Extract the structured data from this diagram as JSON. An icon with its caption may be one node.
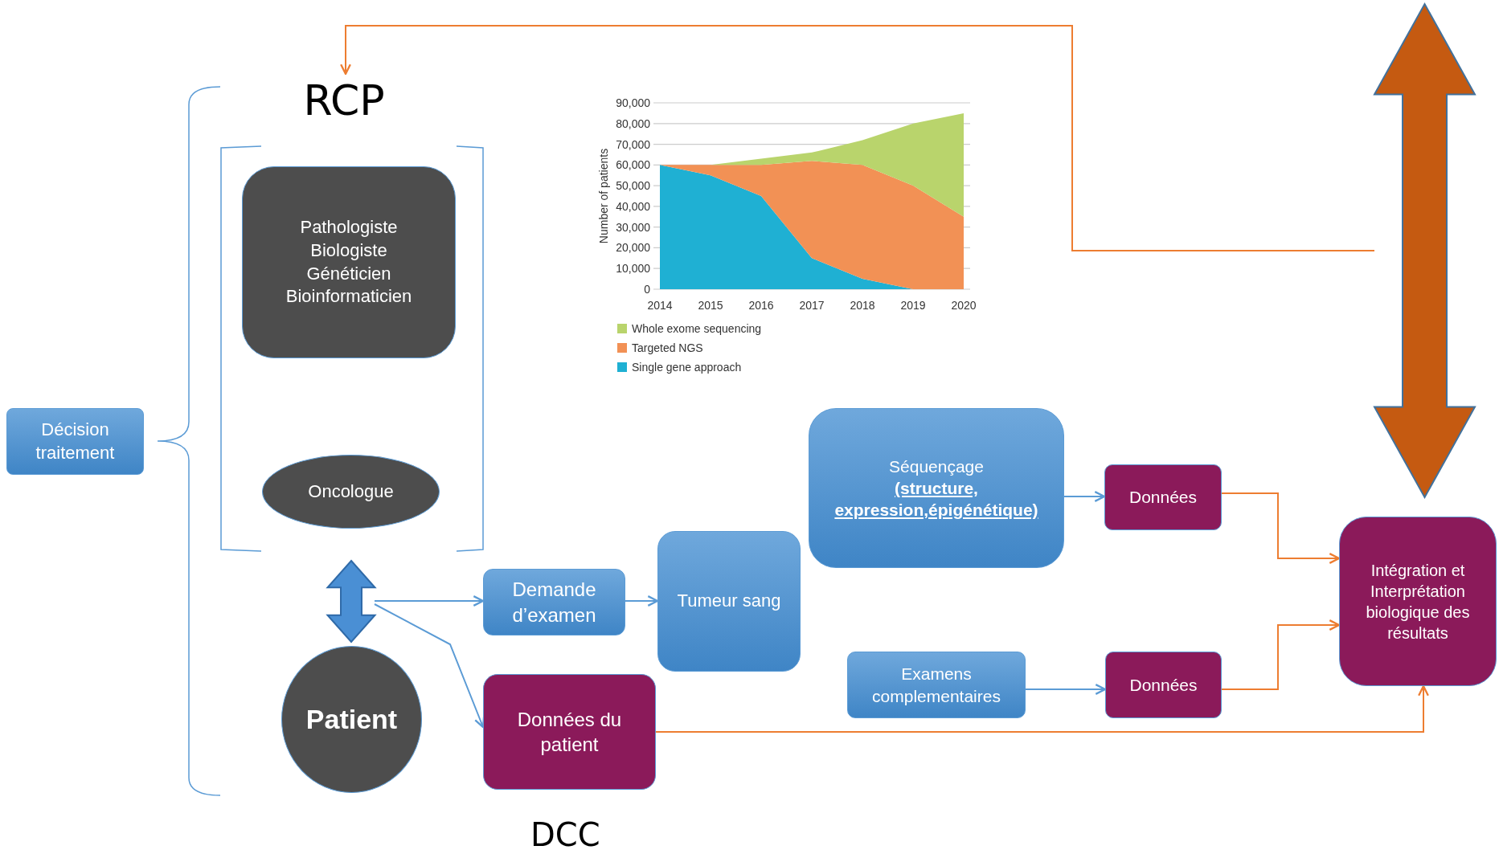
{
  "diagram": {
    "nodes": [
      {
        "text": [
          "RCP"
        ]
      },
      {
        "text": [
          "Pathologiste",
          "Biologiste",
          "Généticien",
          "Bioinformaticien"
        ]
      },
      {
        "text": [
          "Oncologue"
        ]
      },
      {
        "text": [
          "Décision traitement"
        ]
      },
      {
        "text": [
          "Patient"
        ]
      },
      {
        "text": [
          "Demande d’examen"
        ]
      },
      {
        "text": [
          "Données du patient"
        ]
      },
      {
        "text": [
          "Tumeur sang"
        ]
      },
      {
        "text": [
          "Séquençage",
          "(structure, expression,épigénétique)"
        ]
      },
      {
        "text": [
          "Examens complementaires"
        ]
      },
      {
        "text": [
          "Données"
        ]
      },
      {
        "text": [
          "Données"
        ]
      },
      {
        "text": [
          "Intégration et Interprétation biologique des résultats"
        ]
      },
      {
        "text": [],
        "shape": "arrow"
      }
    ],
    "edges": [
      {
        "from": null,
        "to": 5,
        "arrow": "to"
      },
      {
        "from": null,
        "to": 6,
        "arrow": "to"
      },
      {
        "from": 5,
        "to": 7,
        "arrow": "to"
      },
      {
        "from": 8,
        "to": 10,
        "arrow": "to"
      },
      {
        "from": 9,
        "to": 11,
        "arrow": "to"
      },
      {
        "from": 10,
        "to": 12,
        "arrow": "to",
        "color": "#ed7d31"
      },
      {
        "from": 11,
        "to": 12,
        "arrow": "to",
        "color": "#ed7d31"
      },
      {
        "from": 6,
        "to": 12,
        "arrow": "to",
        "color": "#ed7d31"
      },
      {
        "from": 13,
        "to": 0,
        "arrow": "to",
        "color": "#ed7d31"
      },
      {
        "from": 2,
        "to": 4,
        "arrow": "both",
        "style": "thick"
      }
    ],
    "labels": [
      "DCC"
    ],
    "chart_data": {
      "type": "area",
      "stacked": true,
      "ylabel": "Number of patients",
      "grid": true,
      "legend": "bottom",
      "categories": [
        "2014",
        "2015",
        "2016",
        "2017",
        "2018",
        "2019",
        "2020"
      ],
      "yticks": [
        {
          "value": 0,
          "label": "0"
        },
        {
          "value": 10000,
          "label": "10,000"
        },
        {
          "value": 20000,
          "label": "20,000"
        },
        {
          "value": 30000,
          "label": "30,000"
        },
        {
          "value": 40000,
          "label": "40,000"
        },
        {
          "value": 50000,
          "label": "50,000"
        },
        {
          "value": 60000,
          "label": "60,000"
        },
        {
          "value": 70000,
          "label": "70,000"
        },
        {
          "value": 80000,
          "label": "80,000"
        },
        {
          "value": 90000,
          "label": "90,000"
        }
      ],
      "ylim": [
        0,
        90000
      ],
      "series": [
        {
          "name": "Single gene approach",
          "color": "#1fb0d3",
          "values": [
            60000,
            55000,
            45000,
            15000,
            5000,
            0,
            0
          ]
        },
        {
          "name": "Targeted NGS",
          "color": "#f29155",
          "values": [
            0,
            5000,
            15000,
            47000,
            55000,
            50000,
            35000
          ]
        },
        {
          "name": "Whole exome sequencing",
          "color": "#b9d46c",
          "values": [
            0,
            0,
            3000,
            4000,
            12000,
            30000,
            50000
          ]
        }
      ]
    }
  }
}
